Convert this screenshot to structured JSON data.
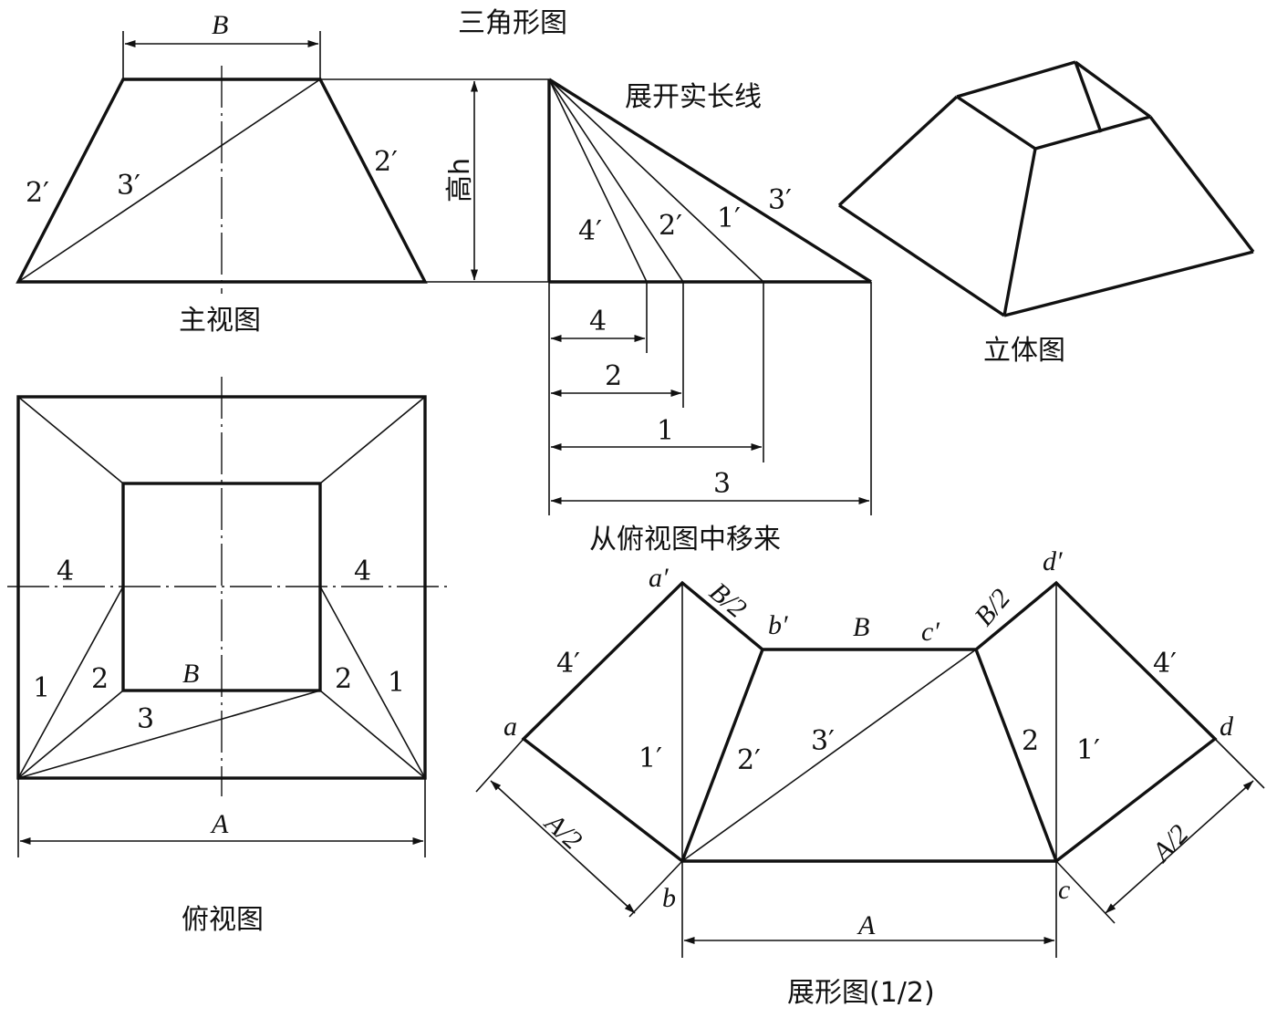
{
  "captions": {
    "triangle": "三角形图",
    "true_length": "展开实长线",
    "front": "主视图",
    "iso": "立体图",
    "moved": "从俯视图中移来",
    "top": "俯视图",
    "development": "展形图(1/2)"
  },
  "front_view": {
    "B": "B",
    "height": "高h",
    "left_edge": "2′",
    "diag": "3′",
    "right_edge": "2′"
  },
  "true_length": {
    "l4": "4′",
    "l2": "2′",
    "l1": "1′",
    "l3": "3′",
    "d4": "4",
    "d2": "2",
    "d1": "1",
    "d3": "3"
  },
  "top_view": {
    "left4": "4",
    "right4": "4",
    "left1": "1",
    "left2": "2",
    "B": "B",
    "right2": "2",
    "right1": "1",
    "mid3": "3",
    "A": "A"
  },
  "development": {
    "a_prime": "a′",
    "b_prime": "b′",
    "c_prime": "c′",
    "d_prime": "d′",
    "a": "a",
    "b": "b",
    "c": "c",
    "d": "d",
    "B_half_1": "B/2",
    "B": "B",
    "B_half_2": "B/2",
    "edge4_left": "4′",
    "edge4_right": "4′",
    "one_left": "1′",
    "two_left": "2′",
    "three": "3′",
    "two_right": "2",
    "one_right": "1′",
    "A_half_left": "A/2",
    "A_half_right": "A/2",
    "A": "A"
  }
}
